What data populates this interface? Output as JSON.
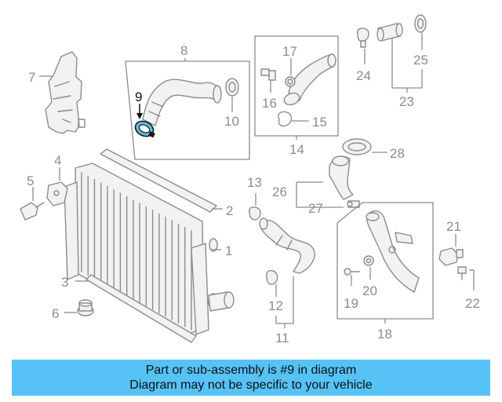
{
  "callouts": {
    "c1": "1",
    "c2": "2",
    "c3": "3",
    "c4": "4",
    "c5": "5",
    "c6": "6",
    "c7": "7",
    "c8": "8",
    "c9": "9",
    "c10": "10",
    "c11": "11",
    "c12": "12",
    "c13": "13",
    "c14": "14",
    "c15": "15",
    "c16": "16",
    "c17": "17",
    "c18": "18",
    "c19": "19",
    "c20": "20",
    "c21": "21",
    "c22": "22",
    "c23": "23",
    "c24": "24",
    "c25": "25",
    "c26": "26",
    "c27": "27",
    "c28": "28"
  },
  "highlight_color": "#59c0ee",
  "banner": {
    "background": "#56c2f6",
    "line1": "Part or sub-assembly is #9 in diagram",
    "line2": "Diagram may not be specific to your vehicle"
  }
}
